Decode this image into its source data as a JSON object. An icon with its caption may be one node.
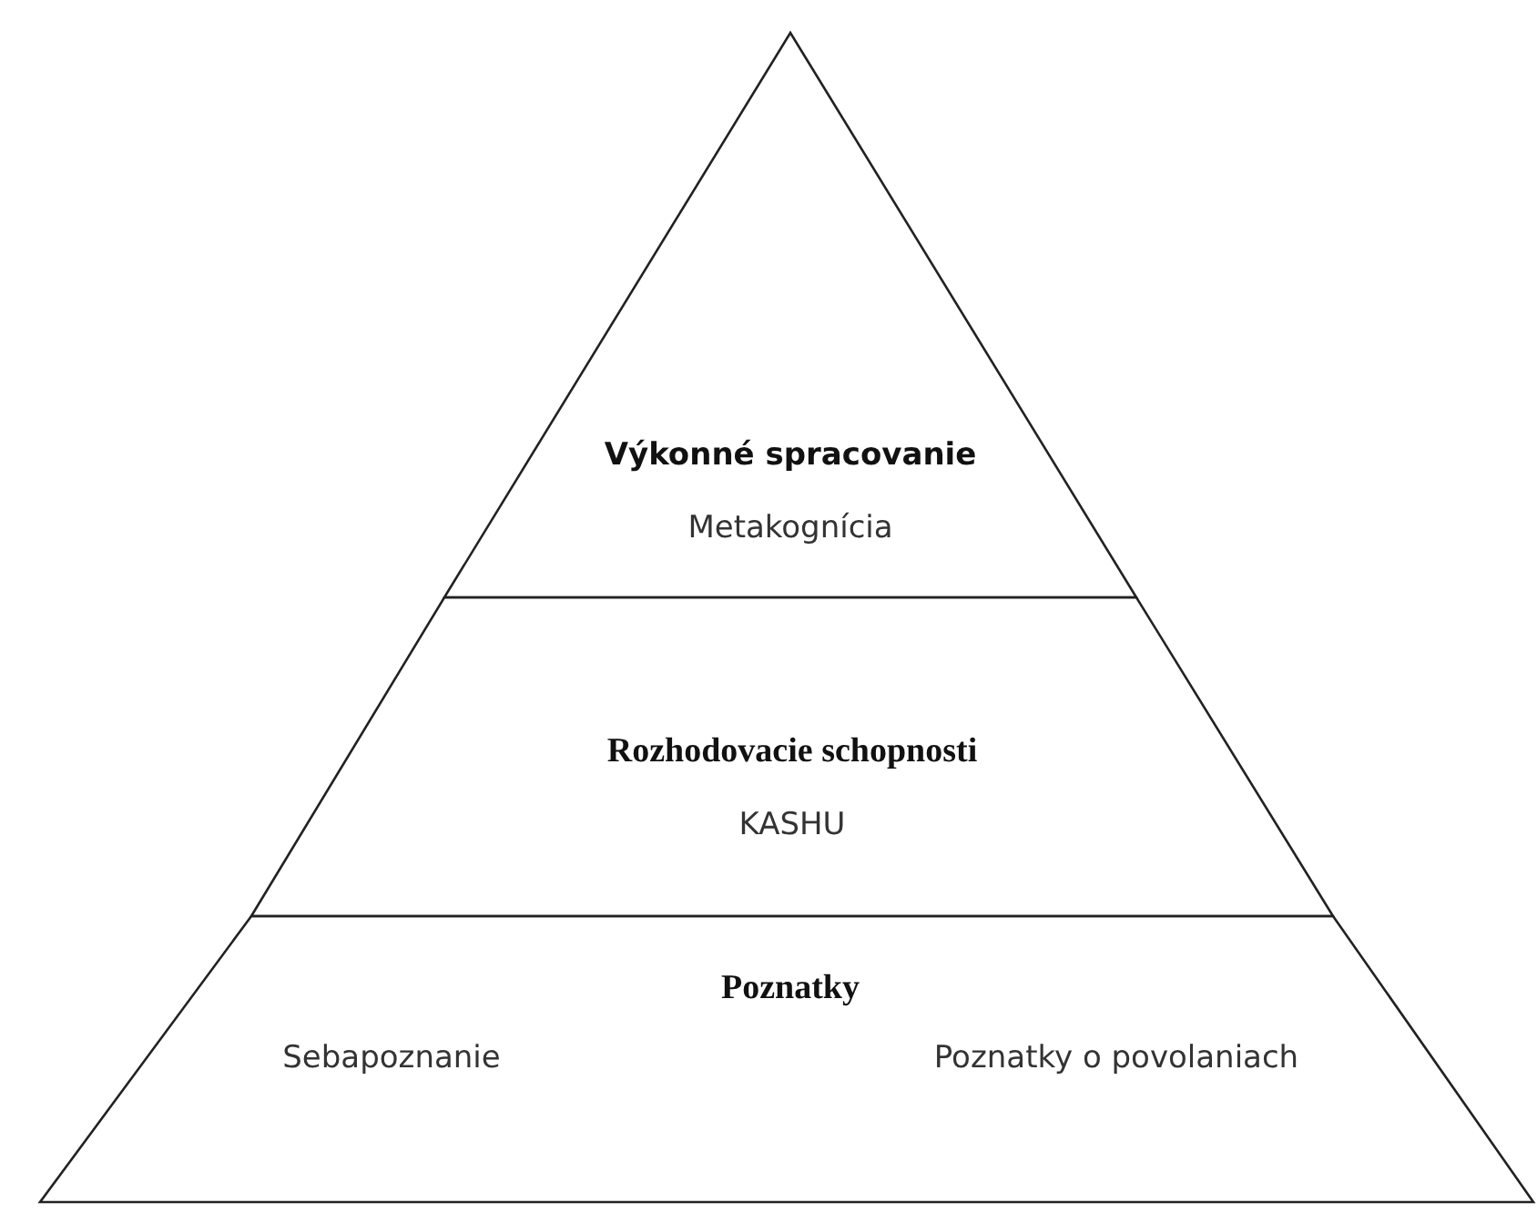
{
  "diagram": {
    "nodes": [
      {
        "text": [
          "Výkonné spracovanie",
          "Metakognícia"
        ]
      },
      {
        "text": [
          "Rozhodovacie schopnosti",
          "KASHU"
        ]
      },
      {
        "text": [
          "Poznatky",
          "Sebapoznanie",
          "Poznatky o povolaniach"
        ]
      }
    ]
  }
}
